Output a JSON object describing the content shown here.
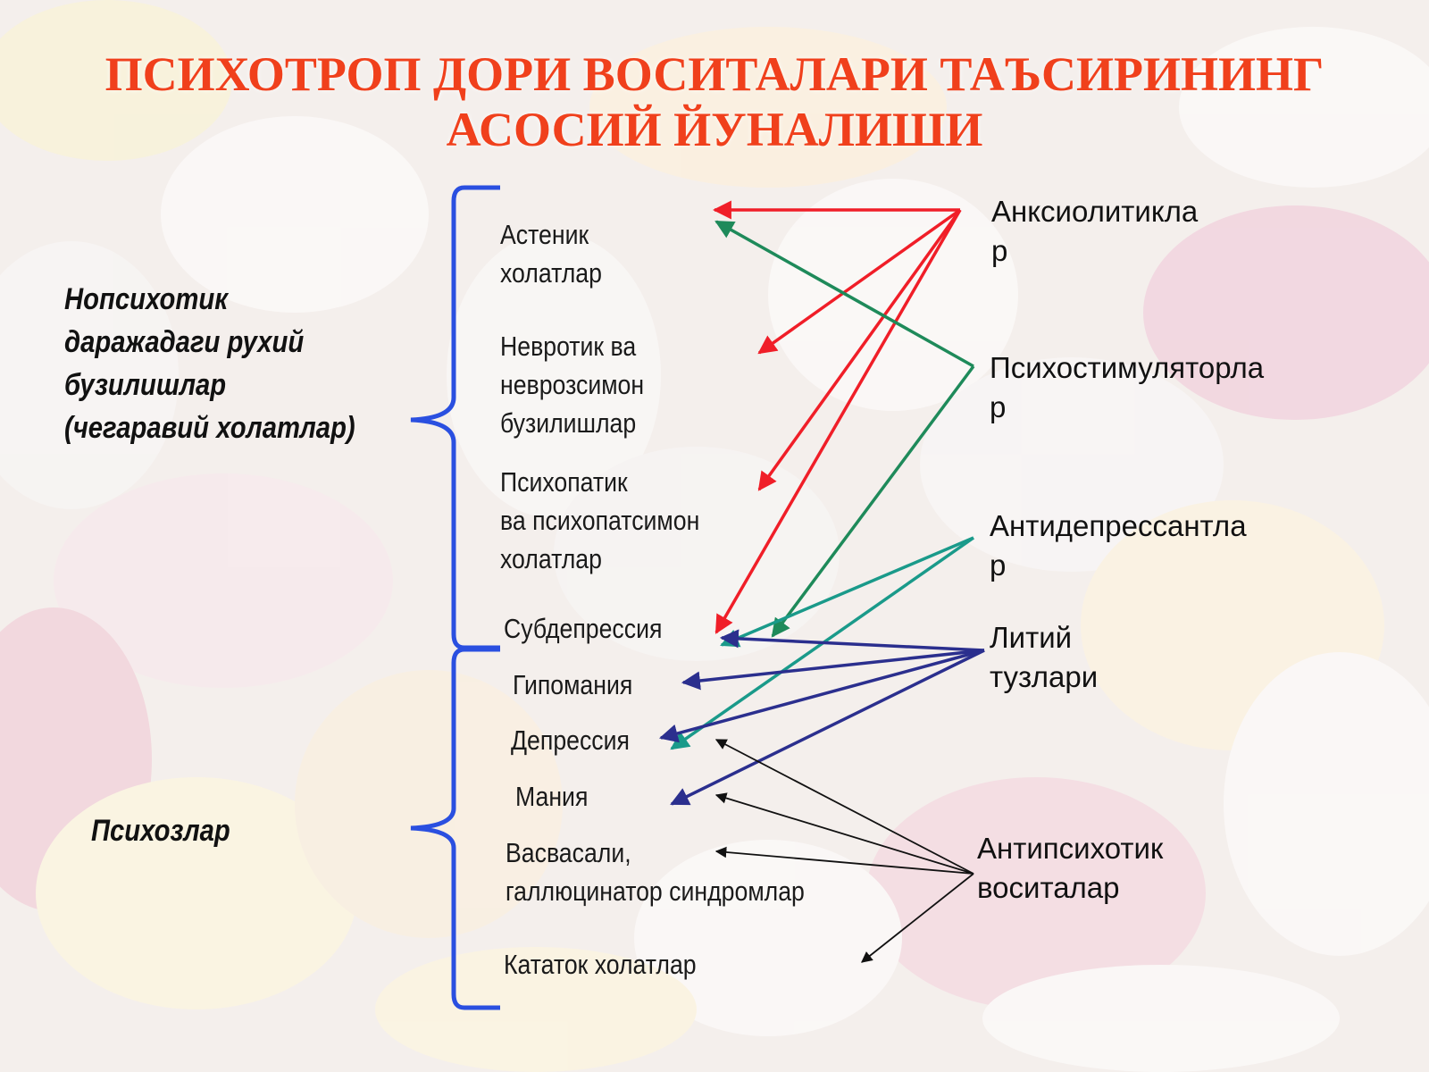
{
  "title": {
    "line1": "ПСИХОТРОП ДОРИ ВОСИТАЛАРИ ТАЪСИРИНИНГ",
    "line2": "АСОСИЙ  ЙУНАЛИШИ"
  },
  "groups": {
    "nonpsychotic": {
      "l1": "Нопсихотик",
      "l2": "даражадаги  рухий",
      "l3": "бузилишлар",
      "l4": "(чегаравий холатлар)"
    },
    "psychoses": {
      "l1": "Психозлар"
    }
  },
  "conditions": {
    "asthenic": {
      "l1": "Астеник",
      "l2": "холатлар"
    },
    "neurotic": {
      "l1": "Невротик ва",
      "l2": "неврозсимон",
      "l3": "бузилишлар"
    },
    "psychopathic": {
      "l1": "Психопатик",
      "l2": "ва психопатсимон",
      "l3": "холатлар"
    },
    "subdepression": {
      "l1": "Субдепрессия"
    },
    "hypomania": {
      "l1": "Гипомания"
    },
    "depression": {
      "l1": "Депрессия"
    },
    "mania": {
      "l1": "Мания"
    },
    "delusional": {
      "l1": "Васвасали,",
      "l2": "галлюцинатор синдромлар"
    },
    "catatonic": {
      "l1": "Кататок холатлар"
    }
  },
  "drugs": {
    "anxiolytics": {
      "l1": "Анксиолитикла",
      "l2": "р"
    },
    "psychostimulants": {
      "l1": "Психостимуляторла",
      "l2": "р"
    },
    "antidepressants": {
      "l1": "Антидепрессантла",
      "l2": "р"
    },
    "lithium": {
      "l1": "Литий",
      "l2": "тузлари"
    },
    "antipsychotics": {
      "l1": "Антипсихотик",
      "l2": "воситалар"
    }
  },
  "colors": {
    "title": "#f0401c",
    "brace": "#2a4fe0",
    "anxiolytics": "#f01e28",
    "psychostimulants": "#1e8a5a",
    "antidepressants": "#1a9a8a",
    "lithium": "#2b2f8e",
    "antipsychotics": "#111111"
  }
}
